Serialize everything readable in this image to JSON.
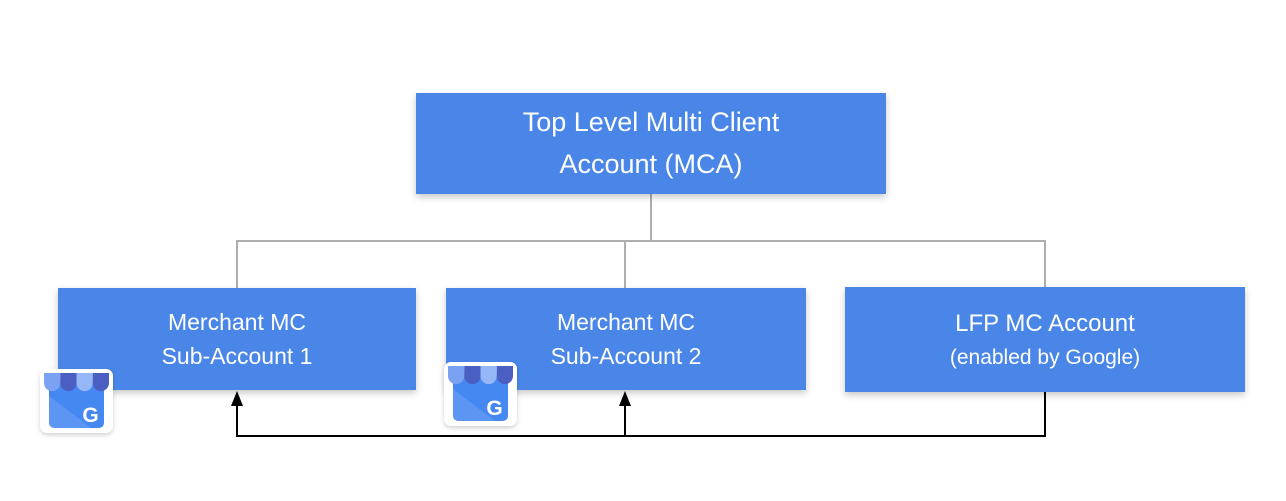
{
  "theme": {
    "box_blue": "#4a86e8",
    "box_text": "#ffffff",
    "connector_gray": "#aeaeae",
    "arrow_black": "#000000",
    "canvas_bg": "#ffffff",
    "icon_body": "#4688f1",
    "icon_awning_dark": "#4a5fc1",
    "icon_awning_light": "#7ba2f2",
    "icon_awning_lighter": "#95b7f7",
    "icon_halo": "#ffffff"
  },
  "diagram": {
    "nodes": {
      "mca": {
        "line1": "Top Level Multi Client",
        "line2": "Account (MCA)"
      },
      "sub1": {
        "line1": "Merchant MC",
        "line2": "Sub-Account 1"
      },
      "sub2": {
        "line1": "Merchant MC",
        "line2": "Sub-Account 2"
      },
      "lfp": {
        "line1": "LFP MC Account",
        "line2": "(enabled by Google)"
      }
    },
    "edges": [
      {
        "from": "mca",
        "to": "sub1",
        "style": "tree",
        "color": "gray"
      },
      {
        "from": "mca",
        "to": "sub2",
        "style": "tree",
        "color": "gray"
      },
      {
        "from": "mca",
        "to": "lfp",
        "style": "tree",
        "color": "gray"
      },
      {
        "from": "lfp",
        "to": "sub1",
        "style": "arrow",
        "color": "black"
      },
      {
        "from": "lfp",
        "to": "sub2",
        "style": "arrow",
        "color": "black"
      }
    ],
    "icon_g_letter": "G"
  }
}
